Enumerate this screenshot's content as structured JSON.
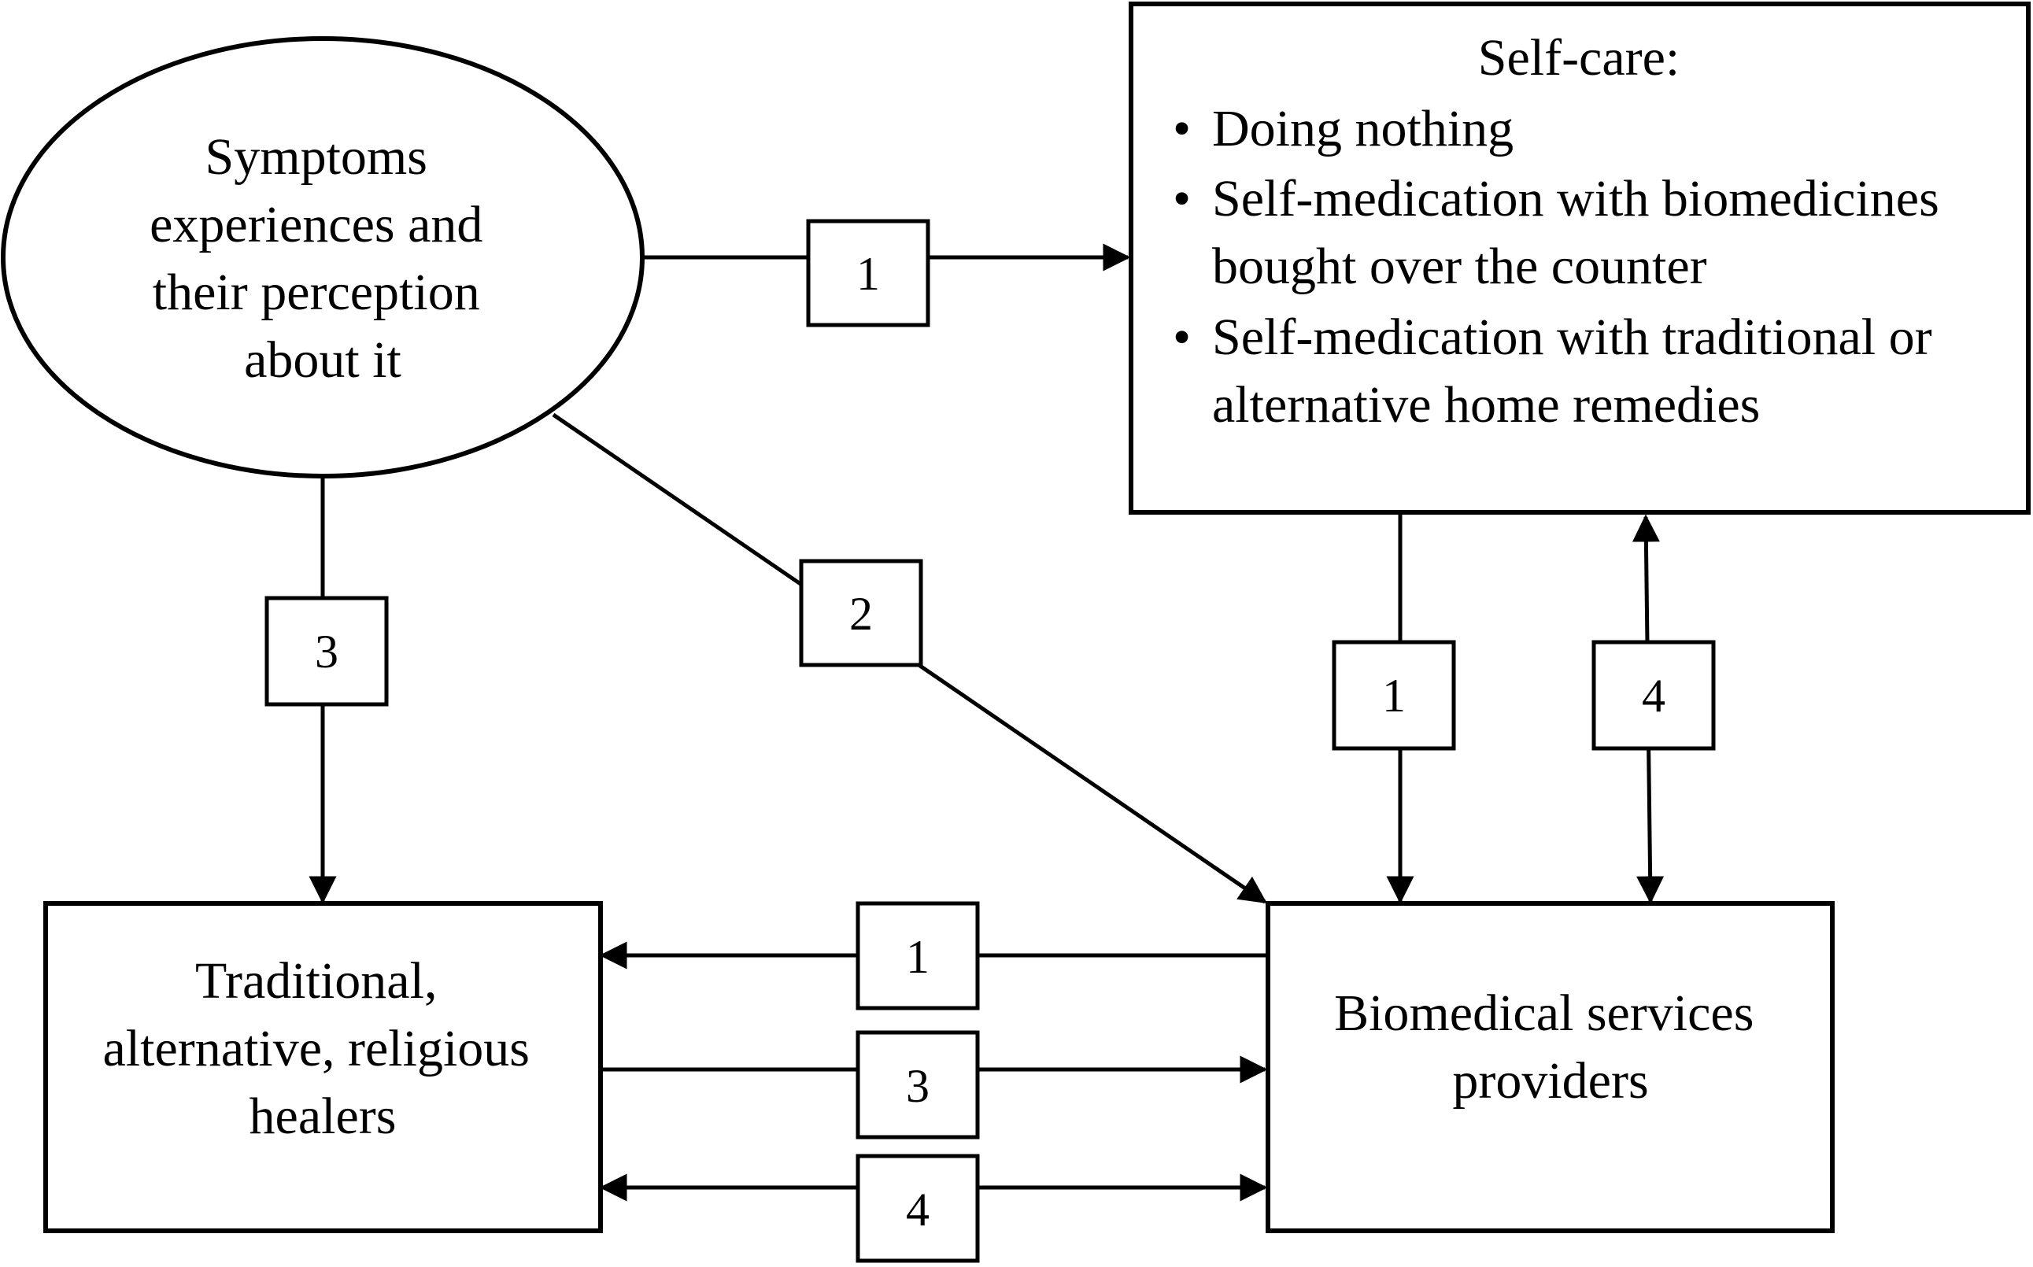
{
  "nodes": {
    "symptoms": {
      "lines": [
        "Symptoms",
        "experiences and",
        "their perception",
        "about it"
      ]
    },
    "self_care": {
      "title": "Self-care:",
      "bullet_symbol": "•",
      "bullets": [
        [
          "Doing nothing"
        ],
        [
          "Self-medication with biomedicines",
          "bought over the counter"
        ],
        [
          "Self-medication with traditional or",
          "alternative home remedies"
        ]
      ]
    },
    "healers": {
      "lines": [
        "Traditional,",
        "alternative, religious",
        "healers"
      ]
    },
    "biomedical": {
      "lines": [
        "Biomedical services",
        "providers"
      ]
    }
  },
  "edge_labels": {
    "symptoms_to_selfcare": "1",
    "symptoms_to_biomedical": "2",
    "symptoms_to_healers": "3",
    "selfcare_to_biomedical": "1",
    "selfcare_biomedical_bidirectional": "4",
    "biomedical_to_healers": "1",
    "healers_to_biomedical": "3",
    "healers_biomedical_bidirectional": "4"
  }
}
